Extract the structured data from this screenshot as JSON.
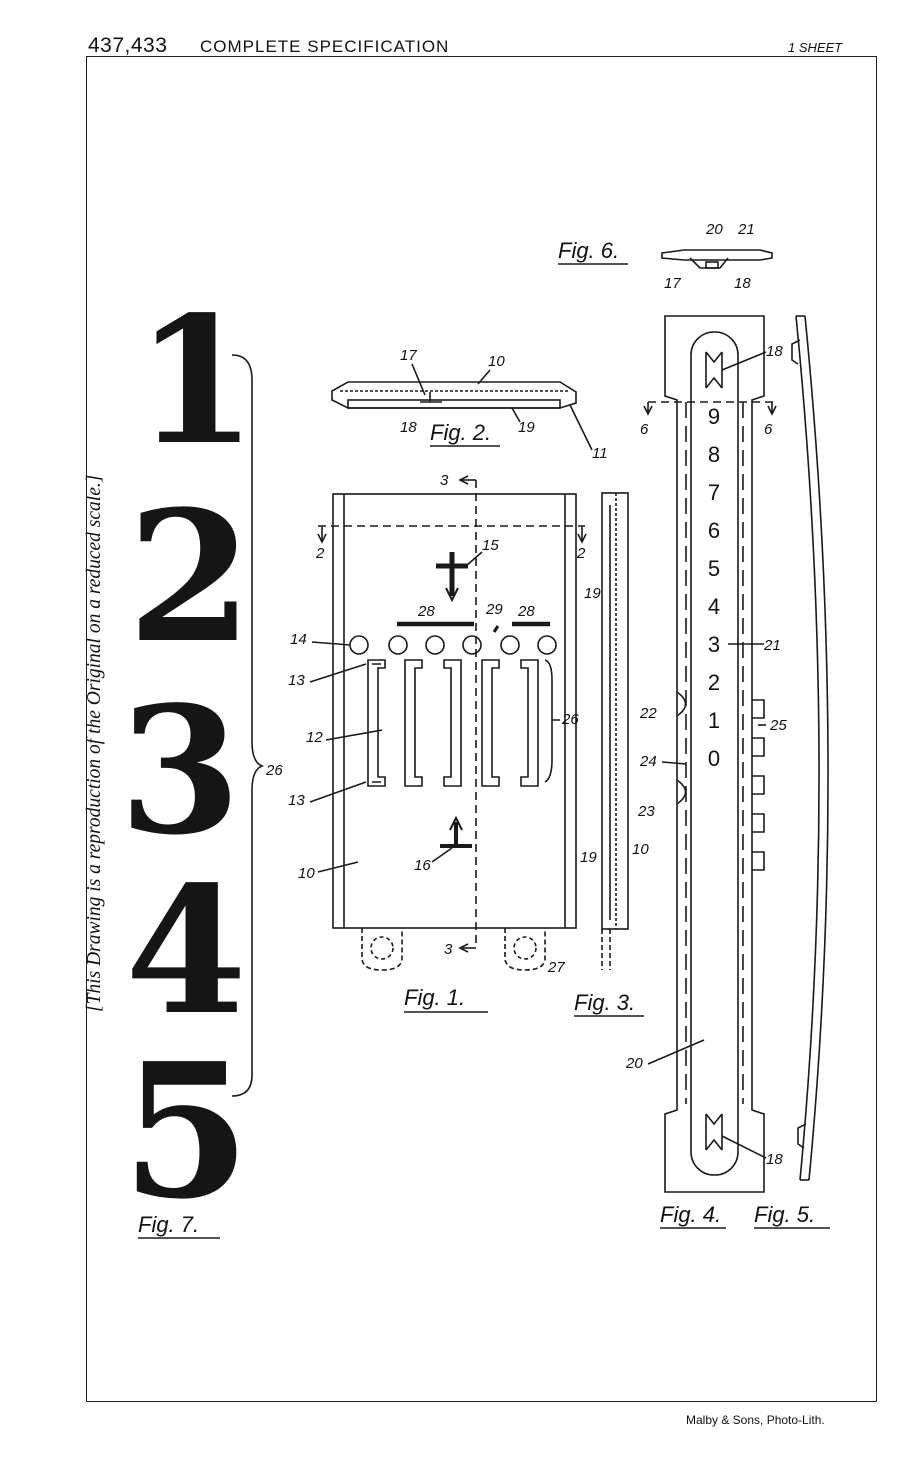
{
  "header": {
    "number": "437,433",
    "title": "COMPLETE SPECIFICATION",
    "sheet": "1 SHEET"
  },
  "side_note": "[This Drawing is a reproduction of the Original on a reduced scale.]",
  "footer": "Malby & Sons, Photo-Lith.",
  "figures": {
    "fig1": "Fig. 1.",
    "fig2": "Fig. 2.",
    "fig3": "Fig. 3.",
    "fig4": "Fig. 4.",
    "fig5": "Fig. 5.",
    "fig6": "Fig. 6.",
    "fig7": "Fig. 7."
  },
  "fig7_characters": [
    "1",
    "2",
    "3",
    "4",
    "5"
  ],
  "scale_digits": [
    "9",
    "8",
    "7",
    "6",
    "5",
    "4",
    "3",
    "2",
    "1",
    "0"
  ],
  "reference_labels": {
    "r10": "10",
    "r11": "11",
    "r12": "12",
    "r13": "13",
    "r14": "14",
    "r15": "15",
    "r16": "16",
    "r17": "17",
    "r18": "18",
    "r19": "19",
    "r20": "20",
    "r21": "21",
    "r22": "22",
    "r23": "23",
    "r24": "24",
    "r25": "25",
    "r26": "26",
    "r27": "27",
    "r28": "28",
    "r29": "29",
    "r2": "2",
    "r3": "3",
    "r6": "6"
  }
}
